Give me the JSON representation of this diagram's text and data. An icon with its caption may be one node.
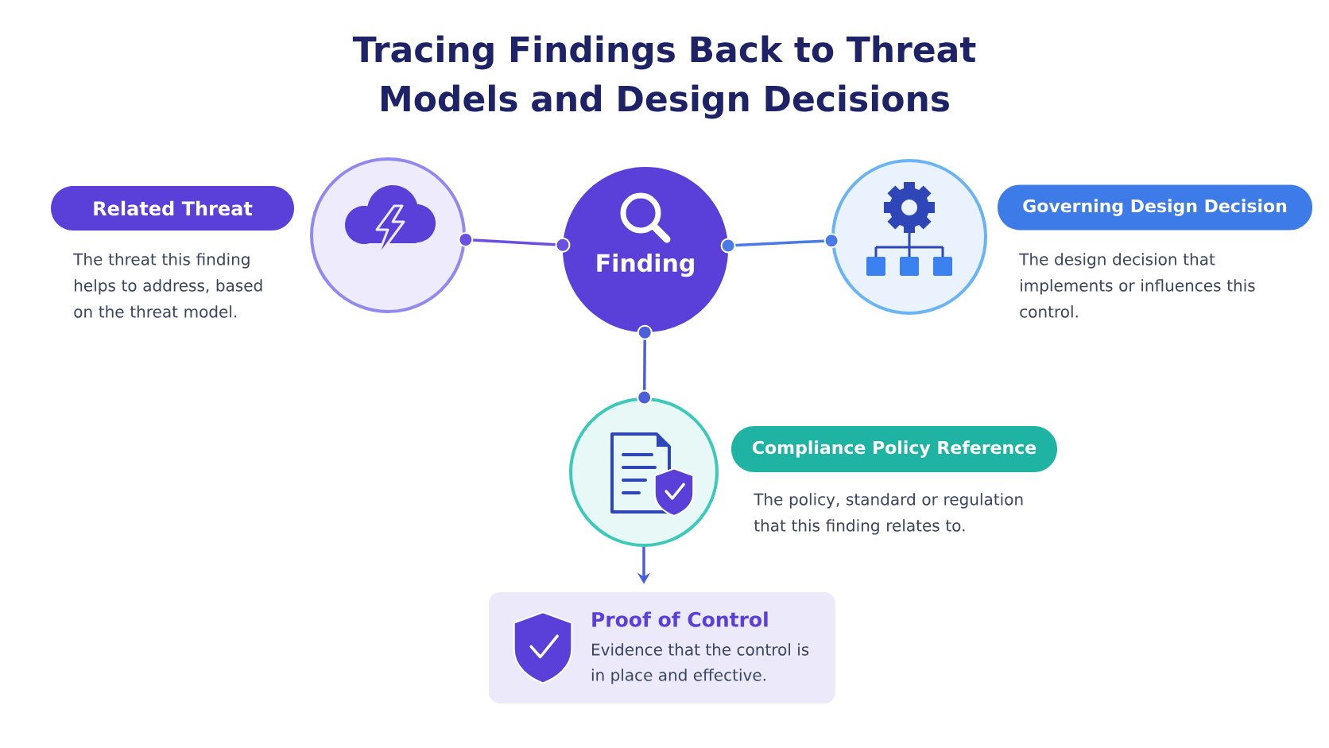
{
  "diagram": {
    "title": "Tracing Findings Back to Threat Models and Design Decisions",
    "nodes": [
      {
        "text": [
          "Related Threat"
        ],
        "beside": [
          "The threat this finding helps to address, based on the threat model."
        ]
      },
      {
        "text": [],
        "shape": "circle"
      },
      {
        "text": [
          "Finding"
        ]
      },
      {
        "text": [],
        "shape": "circle"
      },
      {
        "text": [
          "Governing Design Decision"
        ],
        "beside": [
          "The design decision that implements or influences this control."
        ]
      },
      {
        "text": [],
        "shape": "circle"
      },
      {
        "text": [
          "Compliance Policy Reference"
        ],
        "beside": [
          "The policy, standard or regulation that this finding relates to."
        ]
      },
      {
        "text": [
          "Proof of Control",
          "Evidence that the control is in place and effective."
        ]
      }
    ],
    "edges": [
      {
        "from": 2,
        "to": 1,
        "arrow": "other"
      },
      {
        "from": 2,
        "to": 3,
        "arrow": "other"
      },
      {
        "from": 2,
        "to": 5,
        "arrow": "other"
      },
      {
        "from": 5,
        "to": 7,
        "arrow": "to"
      }
    ]
  }
}
